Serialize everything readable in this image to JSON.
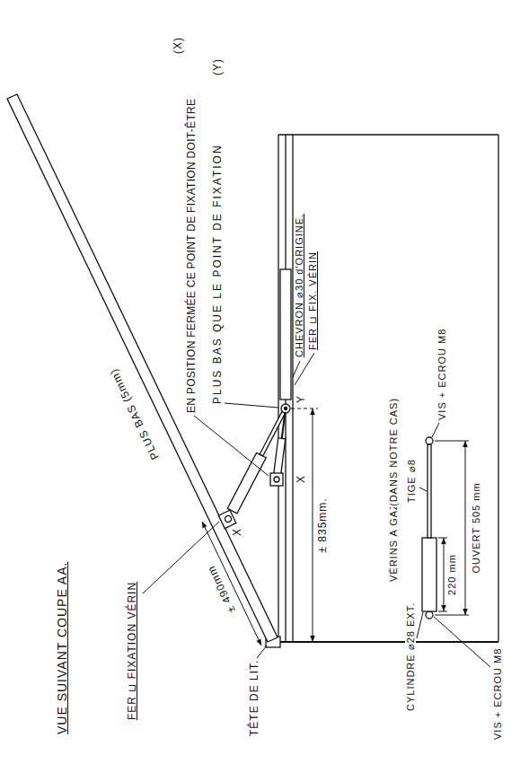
{
  "diagram": {
    "title": "VUE SUIVANT COUPE AA.",
    "labels": [
      "FER ⊔ FIXATION VÉRIN",
      "± 490mm",
      "X",
      "PLUS BAS (5mm)",
      "EN POSITION FERMÉE CE POINT DE FIXATION DOIT-ÊTRE",
      "(X)",
      "PLUS BAS QUE LE POINT DE FIXATION",
      "(Y)",
      "Y",
      "X",
      "CHEVRON ⌀30 d'ORIGINE.",
      "FER ⊔ FIX. VÉRIN",
      "± 835mm.",
      "TÊTE DE LIT.",
      "CYLINDRE ⌀28 EXT.",
      "VÉRINS A GAZ",
      "(DANS NOTRE CAS)",
      "TIGE ⌀8",
      "220 mm",
      "OUVERT 505 mm",
      "VIS + ECROU M8",
      "VIS + ECROU M8"
    ]
  }
}
